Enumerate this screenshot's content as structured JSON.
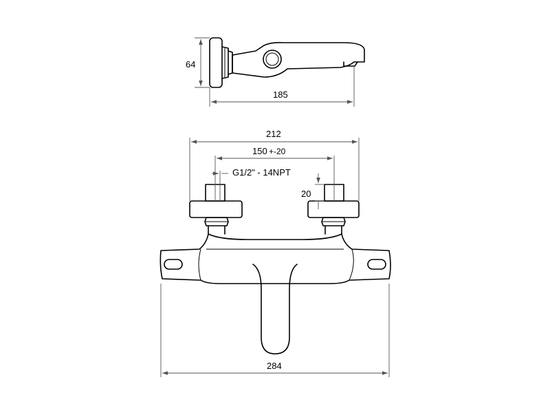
{
  "side_view": {
    "height_label": "64",
    "depth_label": "185"
  },
  "front_view": {
    "overall_width_label": "212",
    "center_distance_label": "150",
    "tolerance_label": "+-20",
    "thread_label": "G1/2\" - 14NPT",
    "connector_length_label": "20",
    "body_width_label": "284"
  }
}
